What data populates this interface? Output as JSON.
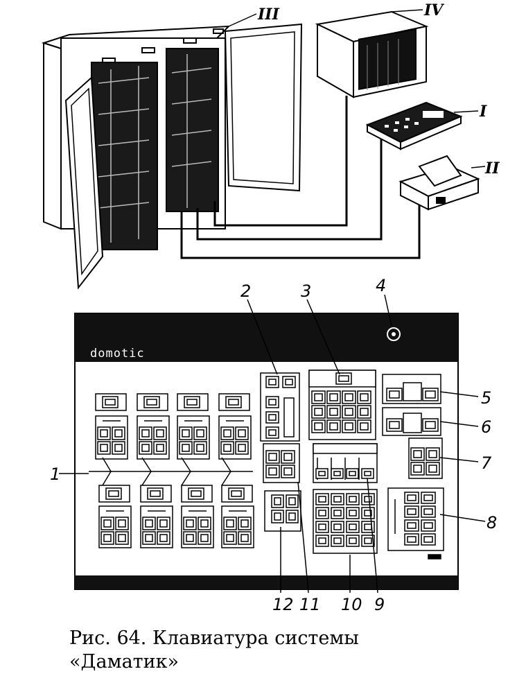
{
  "figure": {
    "caption_line1": "Рис. 64. Клавиатура системы",
    "caption_line2": "«Даматик»"
  },
  "system_labels": {
    "cabinet": "III",
    "monitor": "IV",
    "keyboard": "I",
    "printer": "II"
  },
  "panel": {
    "brand": "domotic"
  },
  "callouts": [
    "1",
    "2",
    "3",
    "4",
    "5",
    "6",
    "7",
    "8",
    "9",
    "10",
    "11",
    "12"
  ]
}
